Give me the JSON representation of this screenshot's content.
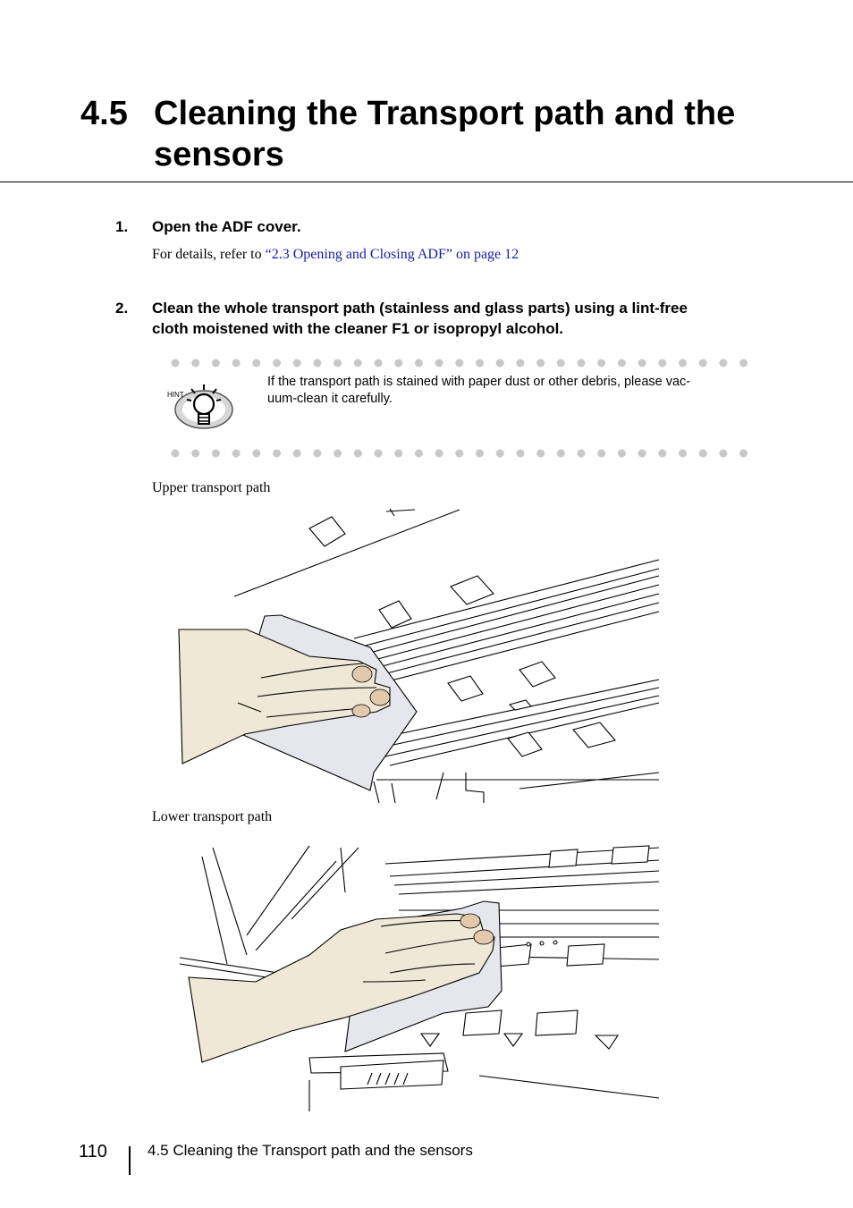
{
  "section": {
    "number": "4.5",
    "title": "Cleaning the Transport path and the sensors"
  },
  "steps": [
    {
      "number": "1.",
      "text": "Open the ADF cover.",
      "detail_prefix": "For details, refer to ",
      "detail_link": "“2.3 Opening and Closing ADF” on page 12"
    },
    {
      "number": "2.",
      "text_line1": "Clean the whole transport path (stainless and glass parts) using a lint-free",
      "text_line2": "cloth moistened with the cleaner F1 or isopropyl alcohol."
    }
  ],
  "hint": {
    "icon_label": "HINT",
    "line1": "If the transport path is stained with paper dust or other debris, please vac-",
    "line2": "uum-clean it carefully."
  },
  "figures": {
    "upper_caption": "Upper transport path",
    "lower_caption": "Lower transport path"
  },
  "footer": {
    "page_number": "110",
    "section_title": "4.5 Cleaning the Transport path and the sensors"
  },
  "colors": {
    "link": "#1a1aa8",
    "hand_fill": "#efe8d6",
    "cloth_fill": "#e6e7ec",
    "dot_gray": "#c8c8c8"
  }
}
